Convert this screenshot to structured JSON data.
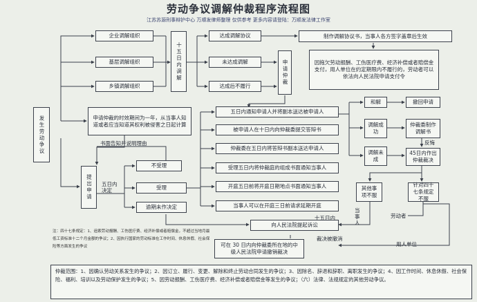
{
  "title": "劳动争议调解仲裁程序流程图",
  "subtitle": "江苏苏源刑事辩护中心 万顺发律师整理 仅供参考 更多内容请登陆：万顺发法律工作室",
  "nodes": {
    "start": "发生劳动争议",
    "org_enterprise": "企业调解组织",
    "org_grassroots": "基层调解组织",
    "org_township": "乡镇调解组织",
    "fifteen_days": "十五日内调解",
    "agree": "达成调解协议",
    "not_agree": "未达成调解",
    "not_perform": "达成后不履行",
    "apply_arb_top": "申请仲裁",
    "make_doc": "制作调解协议书，当事人各方签字盖章后生效",
    "unpaid_note": "因拖欠劳动报酬、工伤医疗费、经济补偿或者赔偿金支付，用人单位在约定期限内不履行的，劳动者可以依法向人民法院申请支付令",
    "time_limit": "申请仲裁的时效期间为一年，从当事人知道或者应当知道其权利被侵害之日起计算",
    "written_notice": "书面告知并说明理由",
    "apply_arb_mid": "提出申请",
    "decide_5": "五日内决定",
    "not_accept": "不受理",
    "accept": "受理",
    "overdue": "逾期未作决定",
    "step1": "五日内通知申请人并将副本送达被申请人",
    "step2": "被申请人在十日内向仲裁委提交答辩书",
    "step3": "仲裁委在五日内将答辩书副本送达申请人",
    "step4": "受理五日内将仲裁庭的组成书面通知当事人",
    "step5": "开庭五日前将开庭日期地点书面通知当事人",
    "step6": "当事人可以在开庭三日前请求延期开庭",
    "reconcile": "和解",
    "withdraw": "撤回申请",
    "mediate_ok": "调解成功",
    "make_award_doc": "仲裁委制作调解书",
    "repent": "反悔",
    "mediate_fail": "调解未成",
    "award_45": "45日内作出仲裁裁决",
    "other_disagree": "其他事项不服",
    "art47_disagree": "针对四十七条规定不服",
    "sue": "向人民法院提起诉讼",
    "fifteen_days_label": "十五日内",
    "party_label": "当事人",
    "worker_label": "劳动者",
    "employer_label": "用人单位",
    "revoke": "可在 30 日内向仲裁委所在地的中级人民法院申请撤销裁决",
    "revoke_result": "裁决被撤消"
  },
  "note": "注：四十七条规定：1、追索劳动报酬、工伤医疗费、经济补偿或者赔偿金，不超过当地月最低工资标准十二个月金额的争议；2、因执行国家的劳动标准在工作时间、休息休假、社会保险等方面发生的争议",
  "scope": "仲裁范围：1、因确认劳动关系发生的争议；2、因订立、履行、变更、解除和终止劳动合同发生的争议；3、因除名、辞退和辞职、离职发生的争议；4、因工作时间、休息休假、社会保险、福利、培训以及劳动保护发生的争议；5、因劳动报酬、工伤医疗费、经济补偿或者赔偿金等发生的争议；（六）法律、法规规定的其他劳动争议。"
}
